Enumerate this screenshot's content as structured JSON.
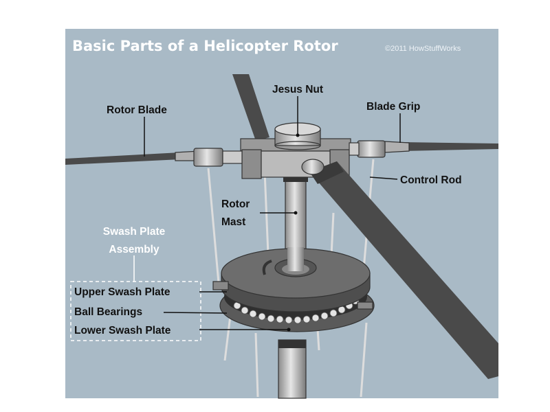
{
  "diagram": {
    "title": "Basic Parts of a Helicopter Rotor",
    "copyright": "©2011 HowStuffWorks",
    "colors": {
      "background": "#a9bac6",
      "blade": "#4a4a4a",
      "metal": "#c9c9c9"
    },
    "labels": {
      "jesus_nut": "Jesus Nut",
      "rotor_blade": "Rotor Blade",
      "blade_grip": "Blade Grip",
      "control_rod": "Control Rod",
      "rotor_mast_1": "Rotor",
      "rotor_mast_2": "Mast",
      "swash_assembly_1": "Swash Plate",
      "swash_assembly_2": "Assembly",
      "upper_swash_plate": "Upper Swash Plate",
      "ball_bearings": "Ball Bearings",
      "lower_swash_plate": "Lower Swash Plate"
    }
  }
}
